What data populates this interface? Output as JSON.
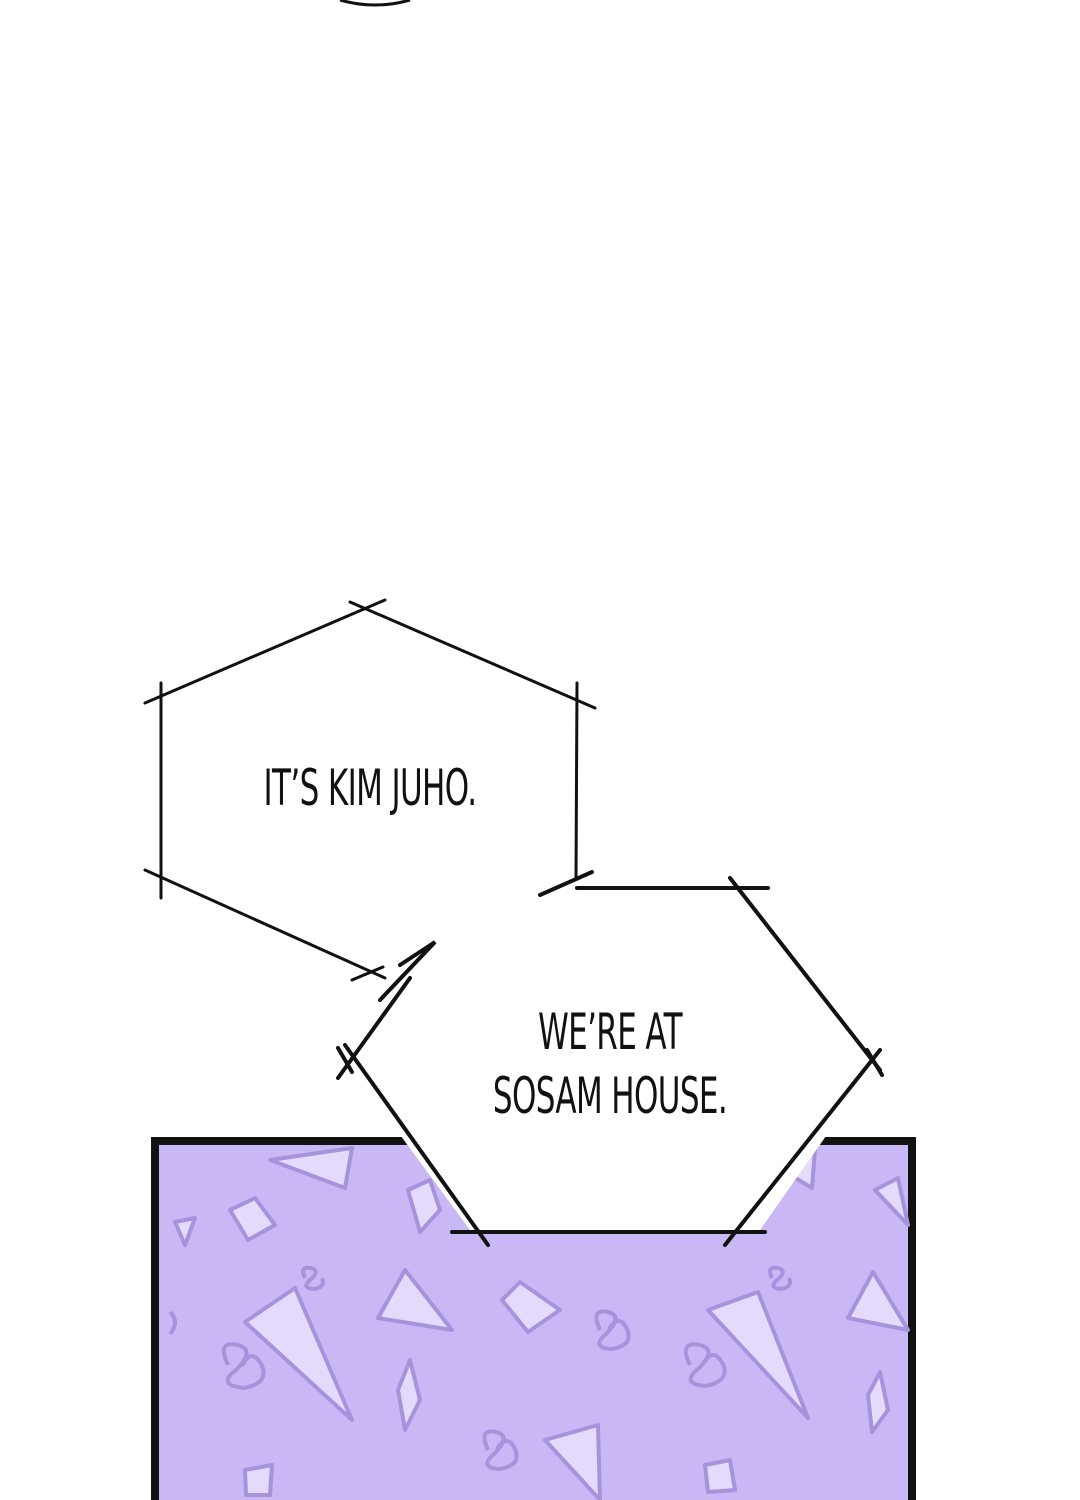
{
  "bubbles": [
    {
      "text": "IT’S KIM JUHO."
    },
    {
      "line1": "WE’RE AT",
      "line2": "SOSAM HOUSE."
    }
  ],
  "colors": {
    "background": "#ffffff",
    "ink": "#111111",
    "panel_fill": "#c9b8f5",
    "panel_shape": "#e3dafc",
    "panel_shadow": "#a793dc",
    "panel_border": "#111111"
  }
}
